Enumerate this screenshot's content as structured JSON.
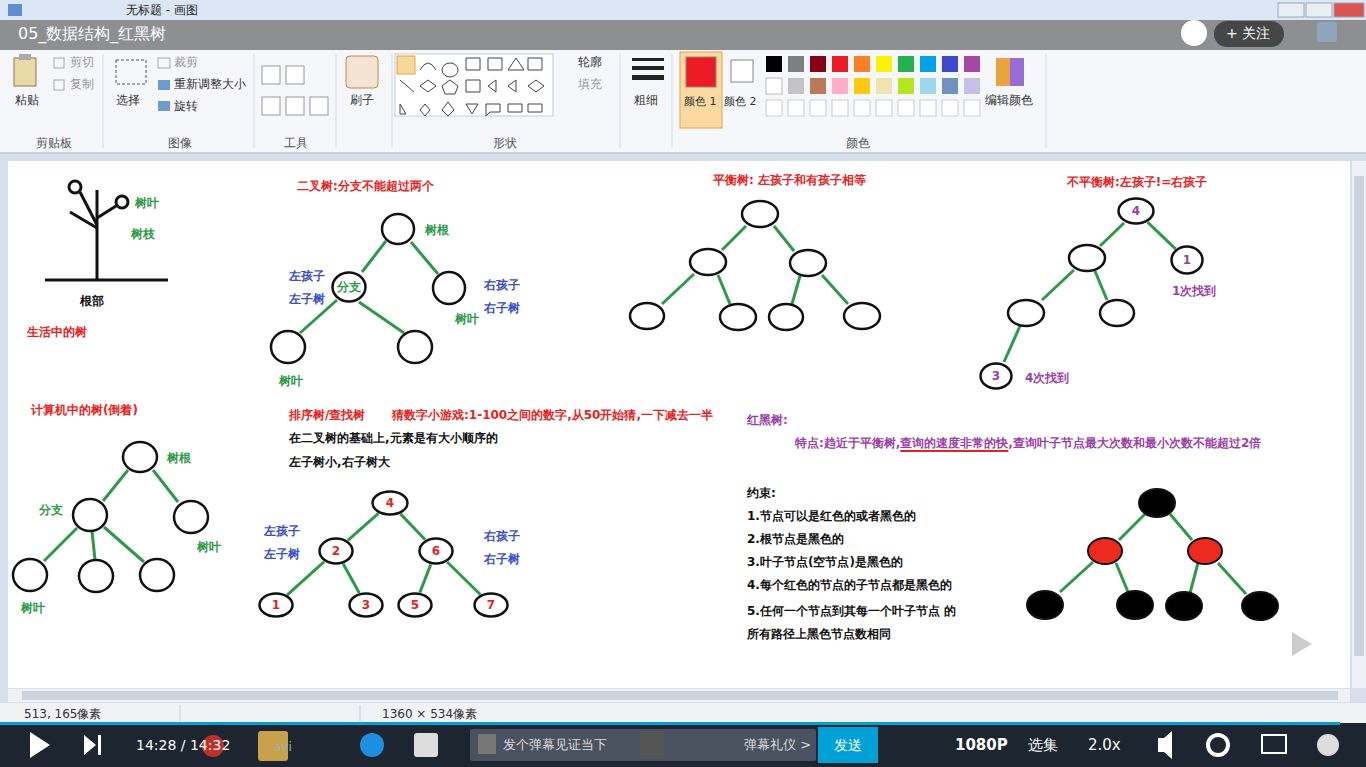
{
  "diagram": {
    "title": "05_数据结构_红黑树",
    "nodes": [
      {
        "text": [
          "分支"
        ]
      },
      {
        "text": [
          "4"
        ]
      },
      {
        "text": [
          "2"
        ]
      },
      {
        "text": [
          "6"
        ]
      },
      {
        "text": [
          "1"
        ]
      },
      {
        "text": [
          "3"
        ]
      },
      {
        "text": [
          "5"
        ]
      },
      {
        "text": [
          "7"
        ]
      },
      {
        "text": [
          "4"
        ]
      },
      {
        "text": [
          "1"
        ]
      },
      {
        "text": [
          "3"
        ]
      }
    ],
    "edges": [
      {
        "from": 1,
        "to": 2,
        "arrow": "none"
      },
      {
        "from": 1,
        "to": 3,
        "arrow": "none"
      },
      {
        "from": 2,
        "to": 4,
        "arrow": "none"
      },
      {
        "from": 2,
        "to": 5,
        "arrow": "none"
      },
      {
        "from": 3,
        "to": 6,
        "arrow": "none"
      },
      {
        "from": 3,
        "to": 7,
        "arrow": "none"
      },
      {
        "from": 8,
        "to": 9,
        "arrow": "none"
      }
    ],
    "labels": [
      "无标题 - 画图",
      "+ 关注",
      "粘贴",
      "剪切",
      "复制",
      "剪贴板",
      "选择",
      "裁剪",
      "重新调整大小",
      "旋转",
      "图像",
      "工具",
      "刷子",
      "形状",
      "轮廓",
      "填充",
      "粗细",
      "颜色 1",
      "颜色 2",
      "编辑颜色",
      "颜色",
      "513, 165像素",
      "1360 × 534像素",
      "14:28 / 14:32",
      "avi",
      "发个弹幕见证当下",
      "弹幕礼仪 >",
      "发送",
      "1080P",
      "选集",
      "2.0x",
      "树叶",
      "树枝",
      "根部",
      "生活中的树",
      "二叉树:分支不能超过两个",
      "树根",
      "左孩子",
      "左子树",
      "右孩子",
      "右子树",
      "树叶",
      "树叶",
      "平衡树: 左孩子和有孩子相等",
      "不平衡树:左孩子!=右孩子",
      "1次找到",
      "4次找到",
      "计算机中的树(倒着)",
      "树根",
      "分支",
      "树叶",
      "树叶",
      "排序树/查找树",
      "猜数字小游戏:1-100之间的数字,从50开始猜,一下减去一半",
      "在二叉树的基础上,元素是有大小顺序的",
      "左子树小,右子树大",
      "左孩子",
      "左子树",
      "右孩子",
      "右子树",
      "红黑树:",
      "特点:趋近于平衡树,",
      "查询的速度非常的快",
      ",查询叶子节点最大次数和最小次数不能超过2倍",
      "约束:",
      "1.节点可以是红色的或者黑色的",
      "2.根节点是黑色的",
      "3.叶子节点(空节点)是黑色的",
      "4.每个红色的节点的子节点都是黑色的",
      "5.任何一个节点到其每一个叶子节点 的所有路径上黑色节点数相同"
    ]
  }
}
